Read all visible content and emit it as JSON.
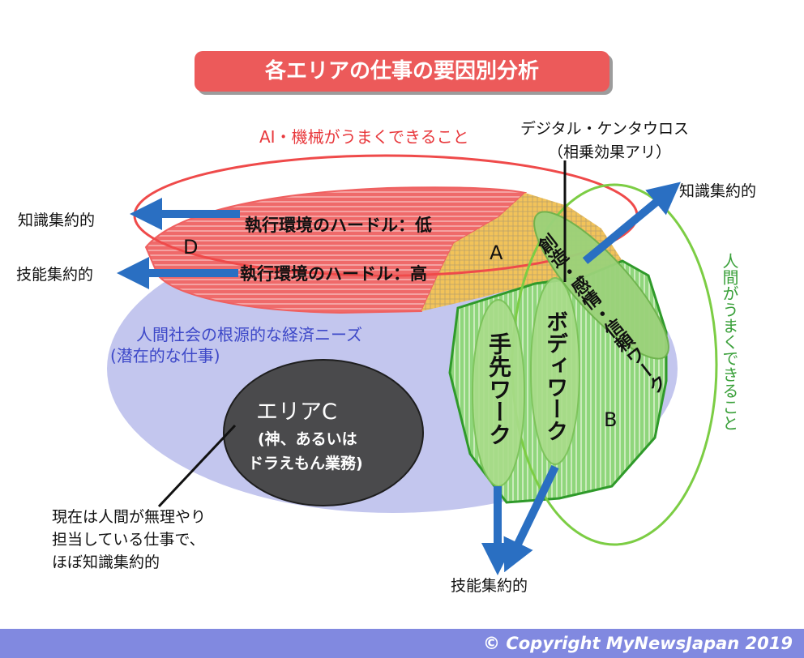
{
  "title": "各エリアの仕事の要因別分析",
  "labels": {
    "ai_machine": "AI・機械がうまくできること",
    "digital_centaurs": "デジタル・ケンタウロス",
    "synergy": "（相乗効果アリ）",
    "knowledge_top_right": "知識集約的",
    "knowledge_left": "知識集約的",
    "skill_left": "技能集約的",
    "hurdle_low": "執行環境のハードル：低",
    "hurdle_high": "執行環境のハードル：高",
    "area_d": "D",
    "area_a": "A",
    "area_b": "B",
    "human_needs_line1": "人間社会の根源的な経済ニーズ",
    "human_needs_line2": "(潜在的な仕事)",
    "area_c_title": "エリアC",
    "area_c_line1": "(神、あるいは",
    "area_c_line2": "ドラえもん業務)",
    "note_line1": "現在は人間が無理やり",
    "note_line2": "担当している仕事で、",
    "note_line3": "ほぼ知識集約的",
    "human_good": "人間がうまくできること",
    "creative_work": "創造・感情・信頼ワーク",
    "hand_work": "手先ワーク",
    "body_work": "ボディワーク",
    "skill_bottom": "技能集約的"
  },
  "footer": "© Copyright   MyNewsJapan 2019",
  "colors": {
    "title_bg": "#ec5a5a",
    "ai_outline": "#ef4a4a",
    "area_d_fill": "#ef6a6a",
    "human_needs_fill": "#c3c6ee",
    "area_c_fill": "#4a4a4c",
    "human_outline": "#7ccd44",
    "area_b_fill": "#8fd67c",
    "area_a_fill": "#f2c35a",
    "arrow": "#2a6fc2",
    "footer_bg": "#8189e0"
  }
}
